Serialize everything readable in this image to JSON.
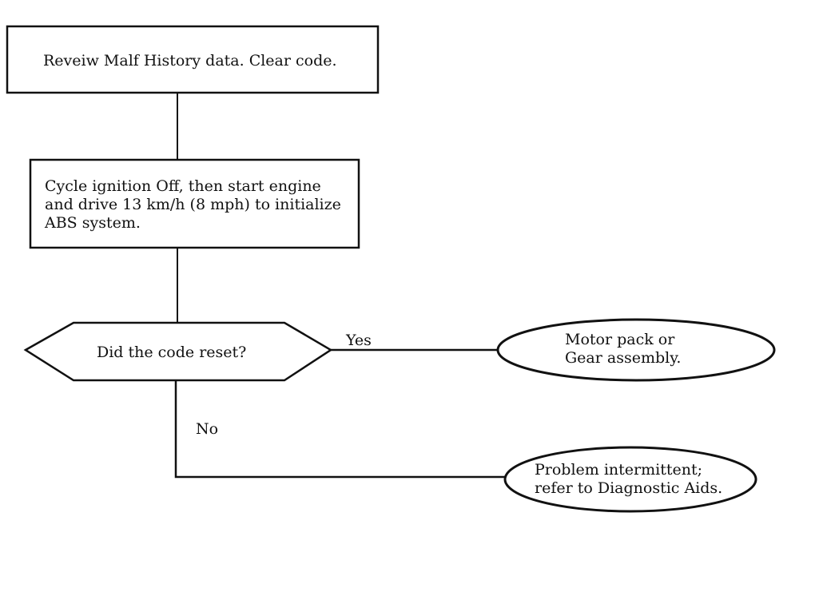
{
  "flowchart": {
    "step1": {
      "text": "Reveiw Malf History data.  Clear code."
    },
    "step2": {
      "lines": [
        "Cycle ignition Off, then start engine",
        "and drive 13 km/h (8 mph) to initialize",
        "ABS system."
      ]
    },
    "decision": {
      "text": "Did the code reset?"
    },
    "yes_label": "Yes",
    "no_label": "No",
    "result_yes": {
      "lines": [
        "Motor pack or",
        "Gear assembly."
      ]
    },
    "result_no": {
      "lines": [
        "Problem intermittent;",
        "refer to Diagnostic Aids."
      ]
    }
  }
}
